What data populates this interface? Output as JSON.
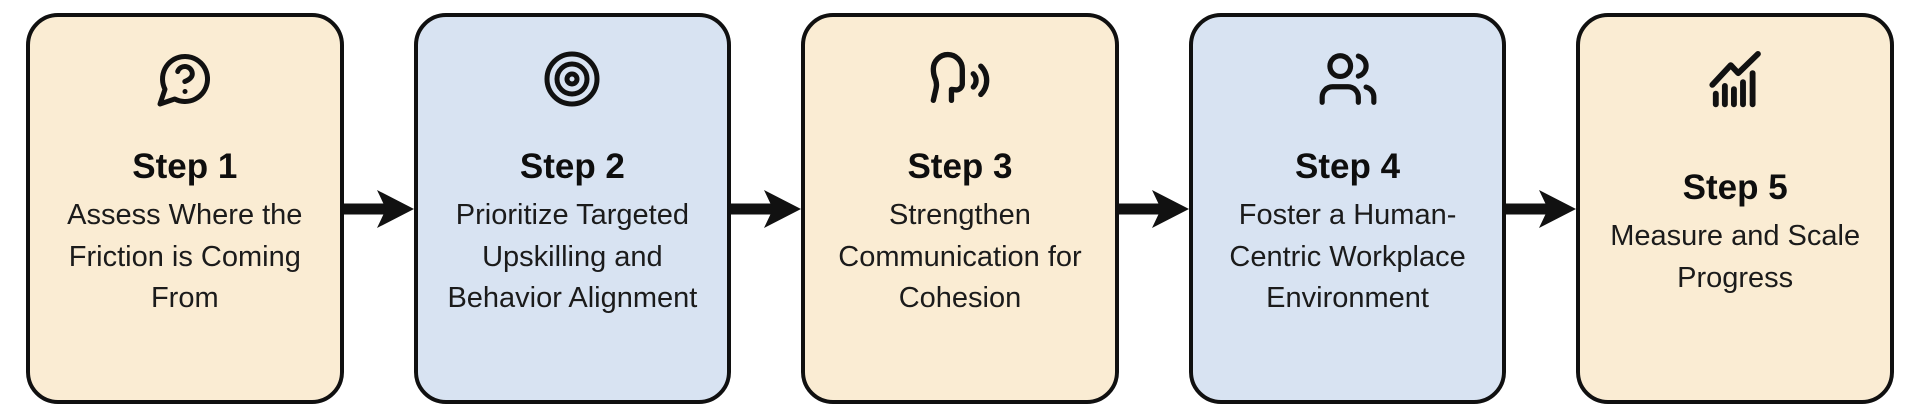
{
  "colors": {
    "background": "#FFFFFF",
    "card_cream": "#FAECD3",
    "card_blue": "#D8E3F2",
    "outline": "#101010",
    "arrow": "#111111",
    "title_text": "#0E0E0E",
    "body_text": "#1B1B1B"
  },
  "cards": [
    {
      "step_label": "Step 1",
      "description": "Assess Where the Friction is Coming From",
      "icon": "question-bubble-icon",
      "bg": "#FAECD3"
    },
    {
      "step_label": "Step 2",
      "description": "Prioritize Targeted Upskilling and Behavior Alignment",
      "icon": "target-icon",
      "bg": "#D8E3F2"
    },
    {
      "step_label": "Step 3",
      "description": "Strengthen Communication for Cohesion",
      "icon": "speaking-head-icon",
      "bg": "#FAECD3"
    },
    {
      "step_label": "Step 4",
      "description": "Foster a Human-Centric Workplace Environment",
      "icon": "users-icon",
      "bg": "#D8E3F2"
    },
    {
      "step_label": "Step 5",
      "description": "Measure and Scale Progress",
      "icon": "growth-chart-icon",
      "bg": "#FAECD3"
    }
  ],
  "connector_icon": "arrow-right-icon"
}
